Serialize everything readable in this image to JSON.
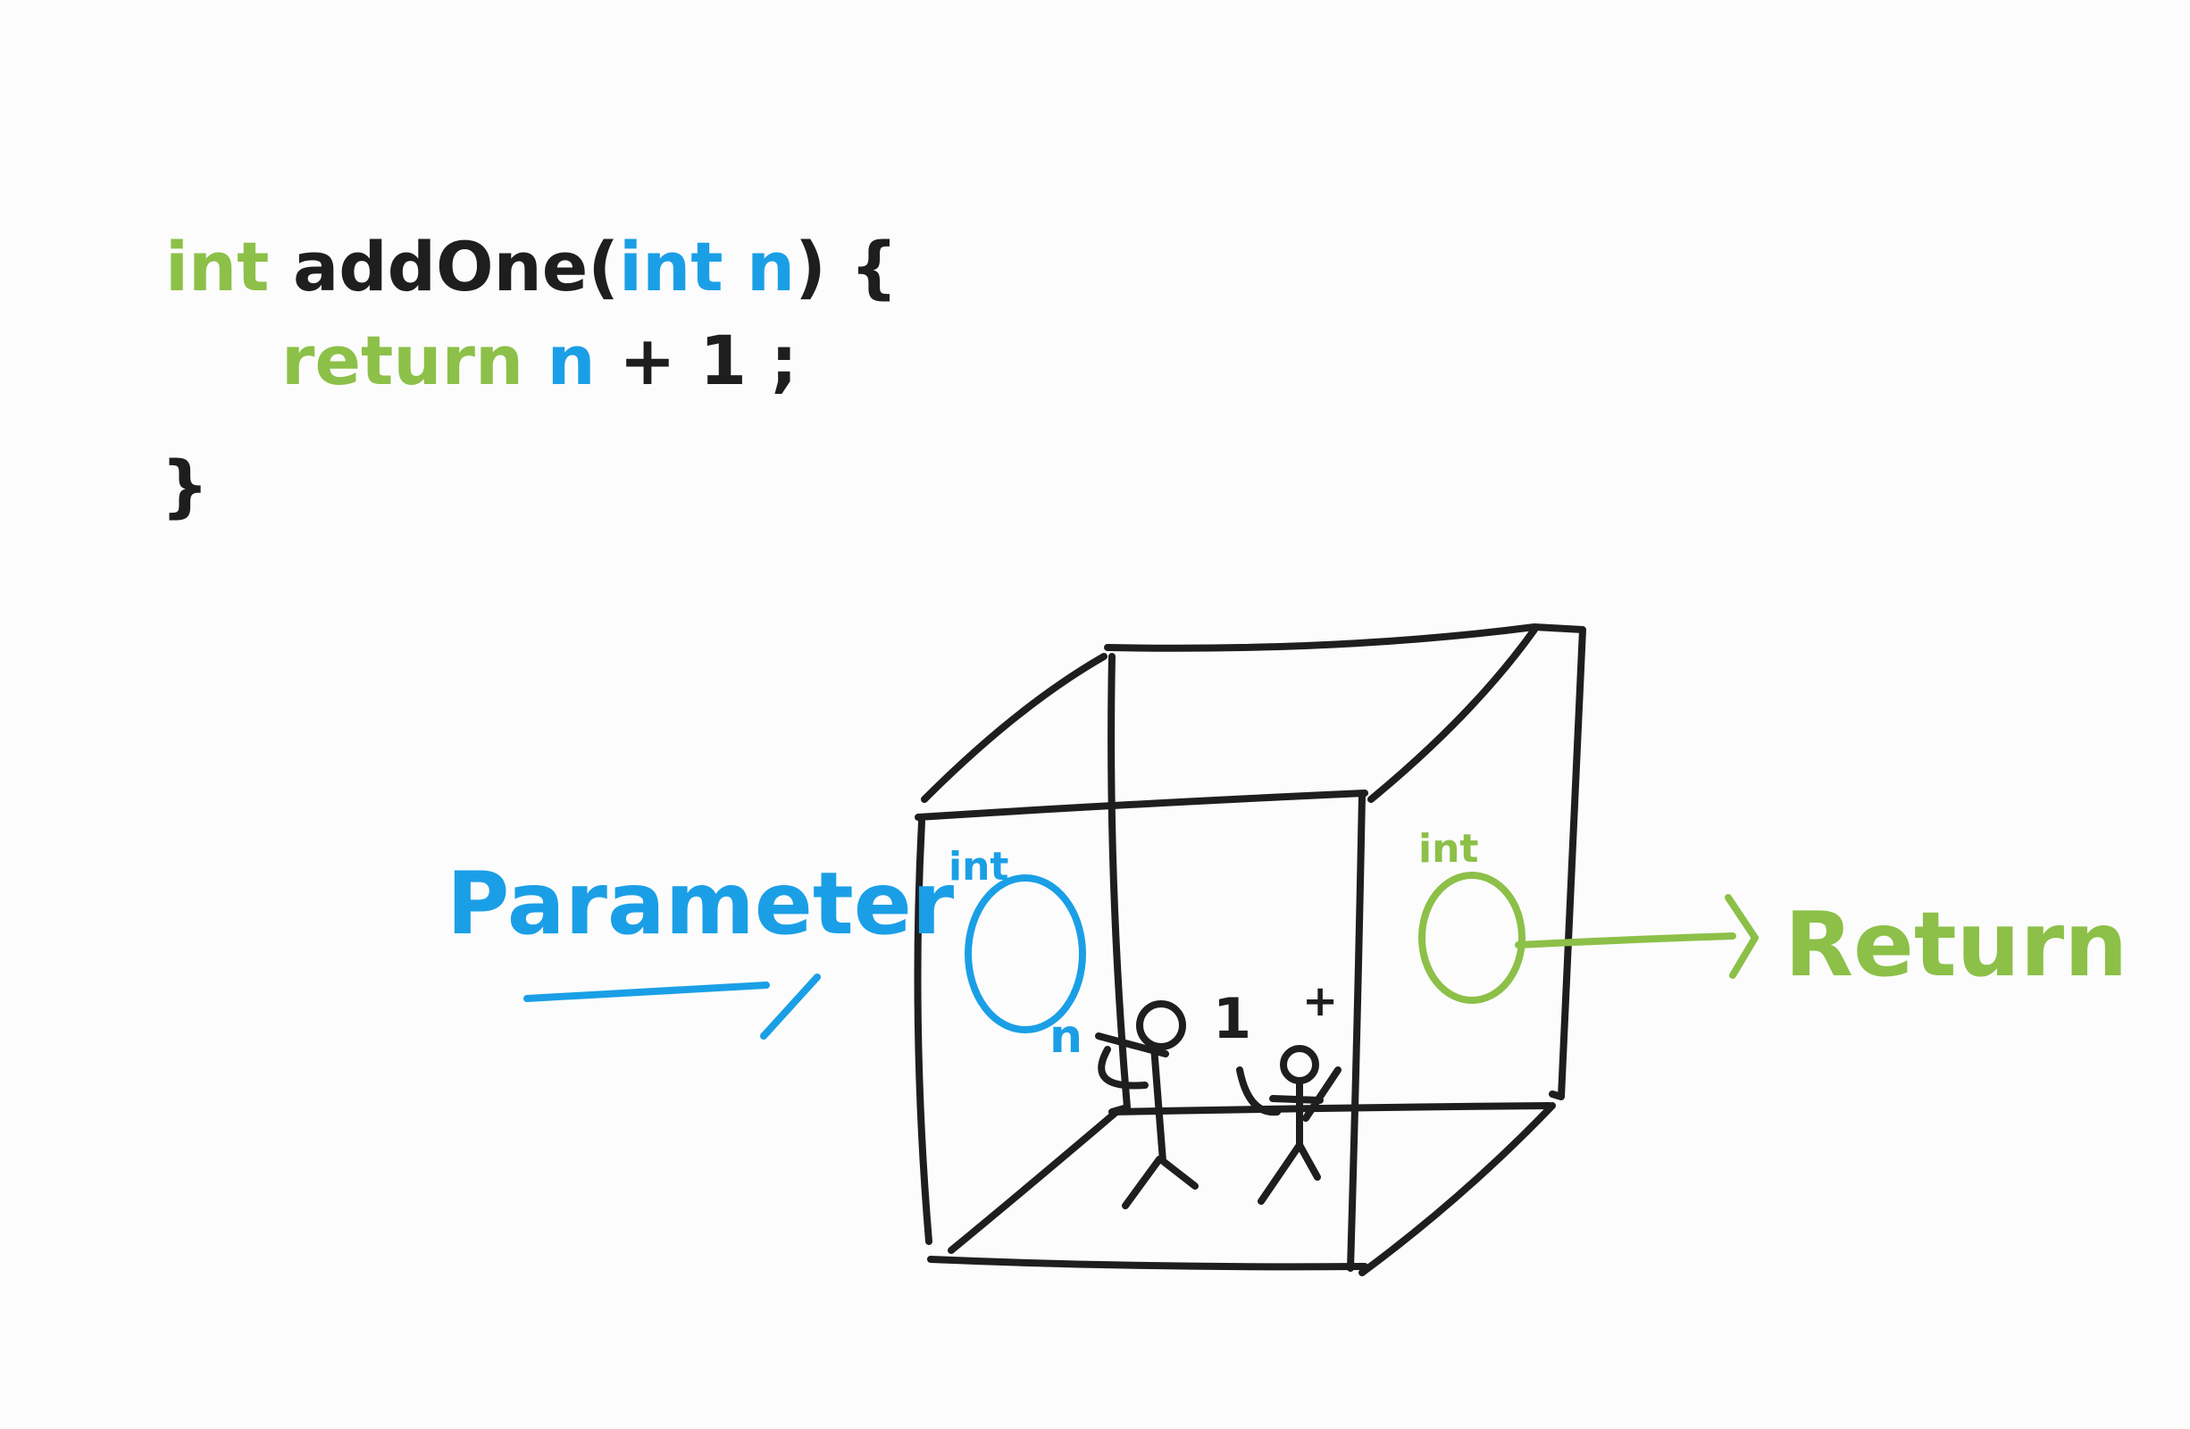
{
  "colors": {
    "ink": "#1e1e1e",
    "parameter": "#1a9fe6",
    "return": "#8cc048",
    "background": "#fcfcfc"
  },
  "code": {
    "line1": [
      {
        "text": "int",
        "role": "keyword"
      },
      {
        "text": " addOne(",
        "role": "plain"
      },
      {
        "text": "int",
        "role": "param"
      },
      {
        "text": " ",
        "role": "plain"
      },
      {
        "text": "n",
        "role": "param"
      },
      {
        "text": ") {",
        "role": "plain"
      }
    ],
    "line2": [
      {
        "text": "return",
        "role": "keyword"
      },
      {
        "text": "  ",
        "role": "plain"
      },
      {
        "text": "n",
        "role": "param"
      },
      {
        "text": " + 1 ;",
        "role": "plain"
      }
    ],
    "line3": "}"
  },
  "diagram": {
    "parameter_label": "Parameter",
    "return_label": "Return",
    "param_type": "int",
    "param_name": "n",
    "return_type": "int",
    "constant": "1",
    "operator": "+"
  }
}
